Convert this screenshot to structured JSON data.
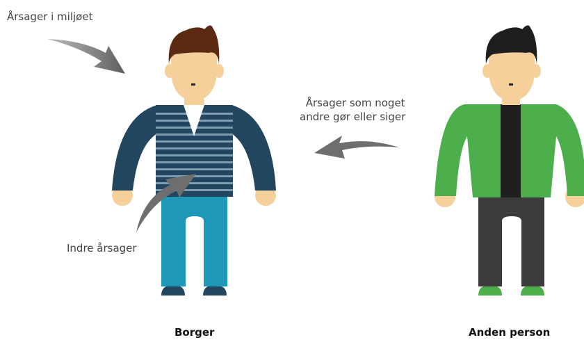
{
  "annotations": {
    "environment": "Årsager i miljøet",
    "other_line1": "Årsager som noget",
    "other_line2": "andre gør eller siger",
    "inner": "Indre årsager"
  },
  "people": {
    "citizen": "Borger",
    "other": "Anden person"
  },
  "colors": {
    "skin": "#f5d09b",
    "citizen_hair": "#5c2a12",
    "citizen_sweater": "#22465f",
    "citizen_stripes": "#7f9db1",
    "citizen_pants": "#1e97b9",
    "citizen_shoes": "#22465f",
    "other_hair": "#1e1e1e",
    "other_jacket": "#4caf4c",
    "other_shirt": "#1f1f1f",
    "other_pants": "#3b3b3b",
    "other_shoes": "#4caf4c",
    "arrow": "#7a7a7a"
  }
}
